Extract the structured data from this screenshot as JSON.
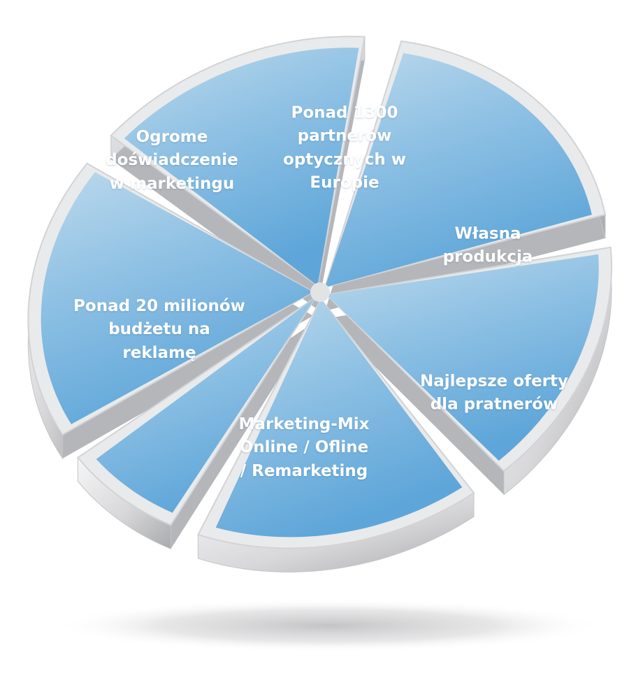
{
  "colors": {
    "segment_light": "#b4d4ea",
    "segment_mid": "#8cc0e4",
    "segment_dark": "#5fa6d8",
    "rim_light": "#f3f3f4",
    "rim_dark": "#b9babc",
    "divider": "#dcdcde",
    "shadow": "#c9c9cb",
    "label_text": "#ffffff"
  },
  "segments": [
    {
      "id": "top-left",
      "lines": [
        "Ogrome",
        "doświadczenie",
        "w marketingu"
      ]
    },
    {
      "id": "top",
      "lines": [
        "Ponad 1300",
        "partnerów",
        "optycznych w",
        "Europie"
      ]
    },
    {
      "id": "right",
      "lines": [
        "Własna",
        "produkcja"
      ]
    },
    {
      "id": "bottom-right",
      "lines": [
        "Najlepsze oferty",
        "dla pratnerów"
      ]
    },
    {
      "id": "bottom",
      "lines": [
        "Marketing-Mix",
        "Online / Ofline",
        "/ Remarketing"
      ]
    },
    {
      "id": "left",
      "lines": [
        "Ponad 20 milionów",
        "budżetu na",
        "reklamę"
      ]
    }
  ]
}
